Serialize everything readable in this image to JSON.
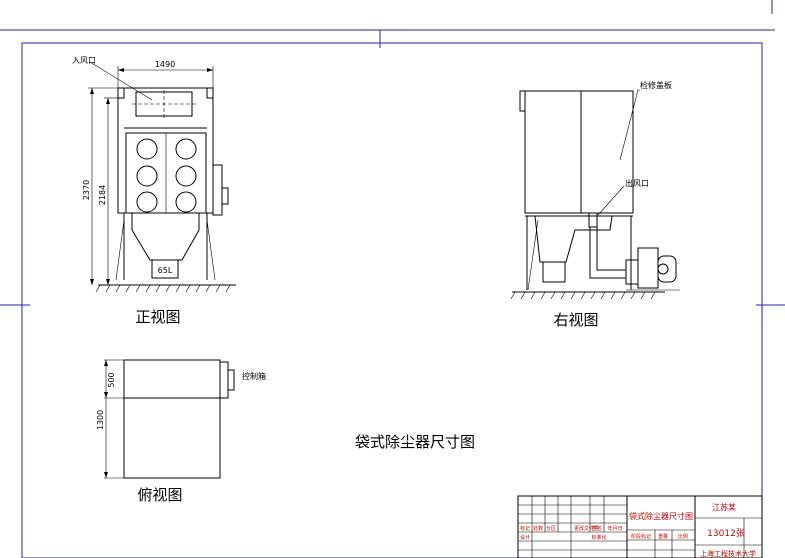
{
  "front_view": {
    "label": "正视图",
    "inlet_label": "入风口",
    "dim_width": "1490",
    "dim_total_height": "2370",
    "dim_body_height": "2184",
    "hopper_label": "65L"
  },
  "right_view": {
    "label": "右视图",
    "panel_label": "检修盖板",
    "outlet_label": "出风口"
  },
  "top_view": {
    "label": "俯视图",
    "dim_upper": "500",
    "dim_lower": "1300",
    "control_label": "控制箱"
  },
  "drawing_title": "袋式除尘器尺寸图",
  "title_block": {
    "title": "袋式除尘器尺寸图",
    "company": "江苏某",
    "number": "13012张",
    "rev_headers": [
      "标记",
      "处数",
      "分区",
      "更改文件号",
      "签名",
      "年月日"
    ],
    "roles": [
      "设计",
      "标准化"
    ],
    "stage_headers": [
      "阶段标记",
      "重量",
      "比例"
    ],
    "bottom_text": "上海工程技术大学"
  },
  "colors": {
    "line": "#000000",
    "border": "#2222bb",
    "title_block_text": "#cc0000"
  }
}
